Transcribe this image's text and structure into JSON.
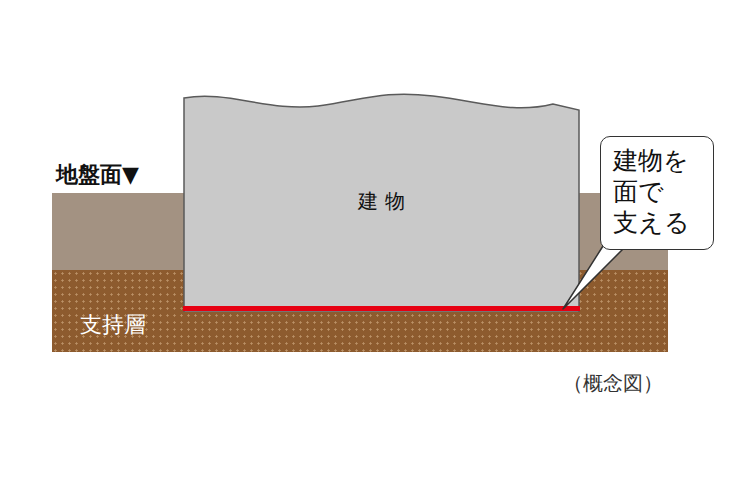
{
  "diagram": {
    "nodes": [
      {
        "text": [
          "建 物"
        ]
      },
      {
        "text": [
          "建物を 面で 支える"
        ]
      },
      {
        "text": [
          "支持層"
        ]
      }
    ],
    "labels": [
      "地盤面▼",
      "（概念図）"
    ]
  }
}
